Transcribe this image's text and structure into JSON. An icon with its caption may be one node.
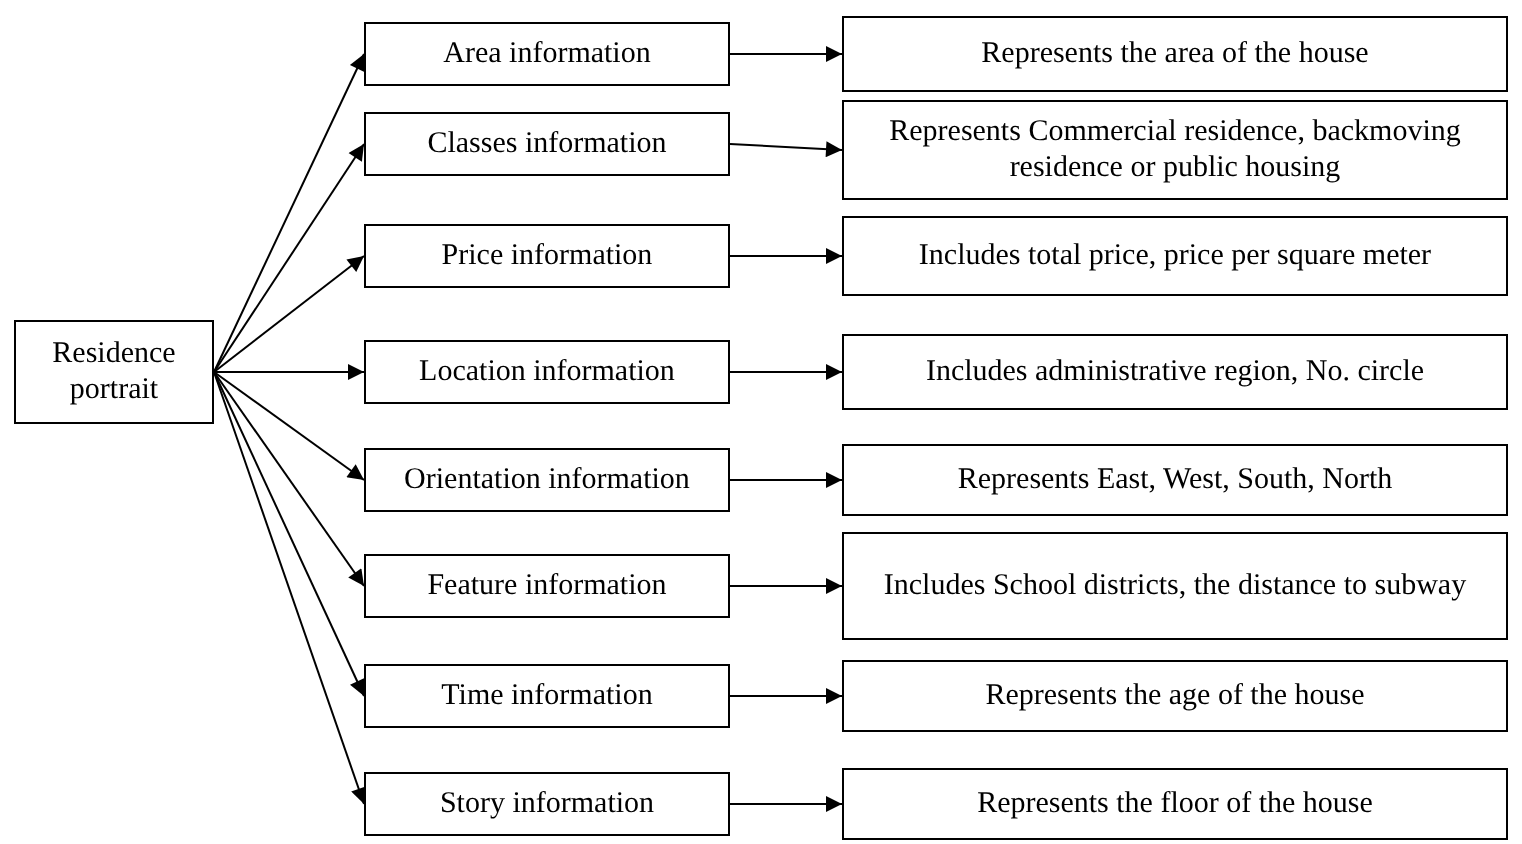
{
  "diagram": {
    "nodes": [
      {
        "text": [
          "Residence portrait"
        ]
      },
      {
        "text": [
          "Area information"
        ]
      },
      {
        "text": [
          "Represents the area of the house"
        ]
      },
      {
        "text": [
          "Classes information"
        ]
      },
      {
        "text": [
          "Represents Commercial residence, backmoving residence or public housing"
        ]
      },
      {
        "text": [
          "Price information"
        ]
      },
      {
        "text": [
          "Includes total price, price per square meter"
        ]
      },
      {
        "text": [
          "Location information"
        ]
      },
      {
        "text": [
          "Includes administrative region, No. circle"
        ]
      },
      {
        "text": [
          "Orientation information"
        ]
      },
      {
        "text": [
          "Represents East, West, South, North"
        ]
      },
      {
        "text": [
          "Feature information"
        ]
      },
      {
        "text": [
          "Includes School districts, the distance to subway"
        ]
      },
      {
        "text": [
          "Time information"
        ]
      },
      {
        "text": [
          "Represents the age of the house"
        ]
      },
      {
        "text": [
          "Story information"
        ]
      },
      {
        "text": [
          "Represents the floor of the house"
        ]
      }
    ],
    "edges": [
      {
        "from": 0,
        "to": 1,
        "arrow": "to"
      },
      {
        "from": 1,
        "to": 2,
        "arrow": "to"
      },
      {
        "from": 0,
        "to": 3,
        "arrow": "to"
      },
      {
        "from": 3,
        "to": 4,
        "arrow": "to"
      },
      {
        "from": 0,
        "to": 5,
        "arrow": "to"
      },
      {
        "from": 5,
        "to": 6,
        "arrow": "to"
      },
      {
        "from": 0,
        "to": 7,
        "arrow": "to"
      },
      {
        "from": 7,
        "to": 8,
        "arrow": "to"
      },
      {
        "from": 0,
        "to": 9,
        "arrow": "to"
      },
      {
        "from": 9,
        "to": 10,
        "arrow": "to"
      },
      {
        "from": 0,
        "to": 11,
        "arrow": "to"
      },
      {
        "from": 11,
        "to": 12,
        "arrow": "to"
      },
      {
        "from": 0,
        "to": 13,
        "arrow": "to"
      },
      {
        "from": 13,
        "to": 14,
        "arrow": "to"
      },
      {
        "from": 0,
        "to": 15,
        "arrow": "to"
      },
      {
        "from": 15,
        "to": 16,
        "arrow": "to"
      }
    ]
  }
}
